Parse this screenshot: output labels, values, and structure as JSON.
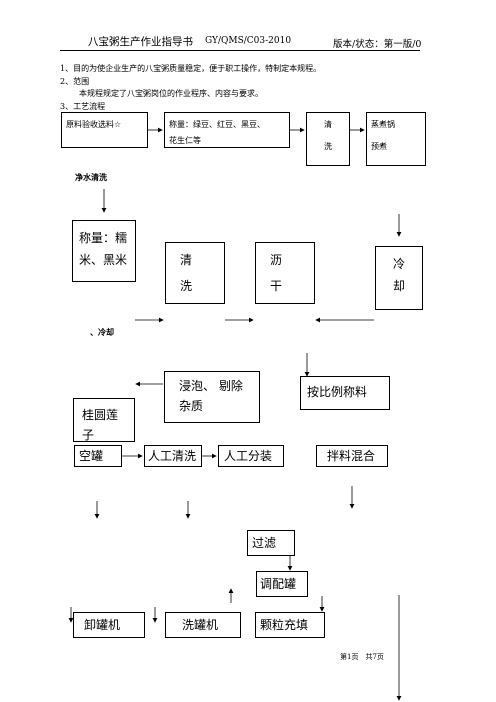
{
  "header": {
    "title": "八宝粥生产作业指导书",
    "code": "GY/QMS/C03-2010",
    "version": "版本/状态：第一版/0"
  },
  "body": {
    "line1": "1、目的为使企业生产的八宝粥质量稳定，便于职工操作，特制定本规程。",
    "line2": "2、范围",
    "line3": "本规程规定了八宝粥岗位的作业程序、内容与要求。",
    "line4": "3、工艺流程"
  },
  "flow": {
    "inspect": "原料验收选料☆",
    "weigh_beans": "称量：绿豆、红豆、黑豆、",
    "weigh_beans_2": "花生仁等",
    "wash1_a": "清",
    "wash1_b": "洗",
    "steam_a": "蒸煮锅",
    "steam_b": "预煮",
    "note_clean_water": "净水清洗",
    "weigh_rice": "称量：糯米、黑米",
    "wash2_a": "清",
    "wash2_b": "洗",
    "drain_a": "沥",
    "drain_b": "干",
    "cool_a": "冷",
    "cool_b": "却",
    "note_cool": "、冷却",
    "soak": "浸泡、 剔除杂质",
    "weigh_ratio": "按比例称料",
    "longan": "桂圆莲子",
    "empty_can": "空罐",
    "manual_wash": "人工清洗",
    "manual_split": "人工分装",
    "mix": "拌料混合",
    "filter": "过滤",
    "blend": "调配罐",
    "unloader": "卸罐机",
    "can_washer": "洗罐机",
    "granule_fill": "颗粒充填"
  },
  "footer": {
    "page": "第1页　共7页"
  }
}
